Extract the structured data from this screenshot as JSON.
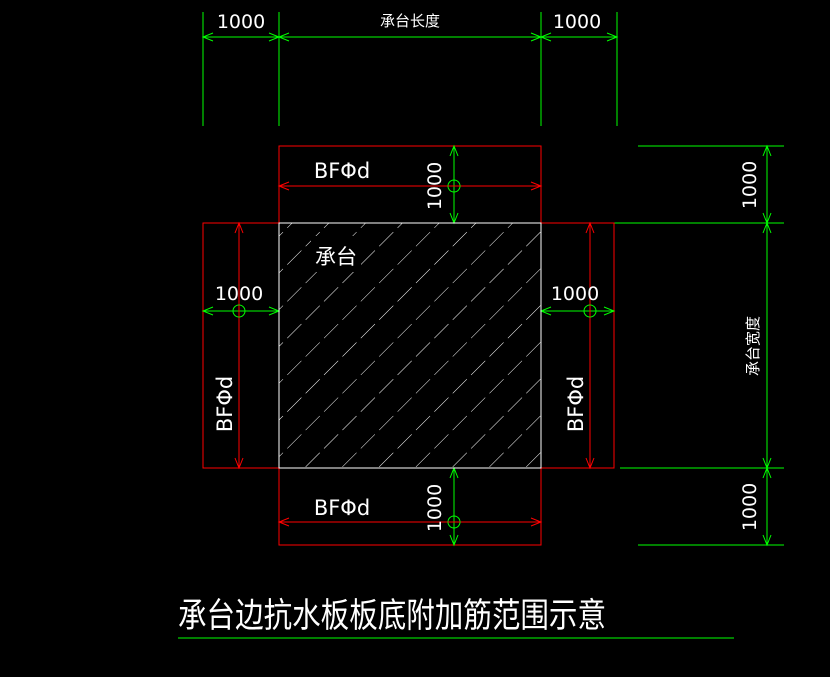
{
  "colors": {
    "background": "#000000",
    "dimension_lines": "#00ff00",
    "rebar_lines": "#ff0000",
    "pile_cap_outline": "#ffffff",
    "hatch": "#ffffff",
    "title_underline": "#00ff00"
  },
  "top_dims": {
    "left": "1000",
    "middle": "承台长度",
    "right": "1000"
  },
  "right_dims": {
    "top": "1000",
    "middle": "承台宽度",
    "bottom": "1000"
  },
  "rebar": {
    "top_label": "BFΦd",
    "top_dim": "1000",
    "bottom_label": "BFΦd",
    "bottom_dim": "1000",
    "left_label": "BFΦd",
    "left_dim": "1000",
    "right_label": "BFΦd",
    "right_dim": "1000"
  },
  "pile_cap_label": "承台",
  "title": "承台边抗水板板底附加筋范围示意"
}
